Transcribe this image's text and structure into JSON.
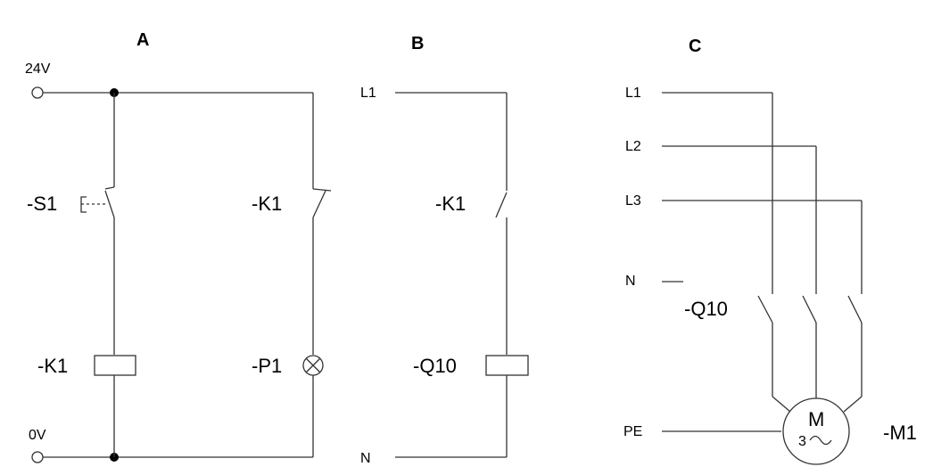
{
  "sections": {
    "a": "A",
    "b": "B",
    "c": "C"
  },
  "circuit_a": {
    "supply_top": "24V",
    "supply_bottom": "0V",
    "switch": "-S1",
    "coil": "-K1",
    "contact": "-K1",
    "lamp": "-P1"
  },
  "circuit_b": {
    "line": "L1",
    "neutral": "N",
    "contact": "-K1",
    "coil": "-Q10"
  },
  "circuit_c": {
    "l1": "L1",
    "l2": "L2",
    "l3": "L3",
    "n": "N",
    "pe": "PE",
    "contactor": "-Q10",
    "motor_tag": "-M1",
    "motor_letter": "M",
    "motor_phases": "3"
  }
}
